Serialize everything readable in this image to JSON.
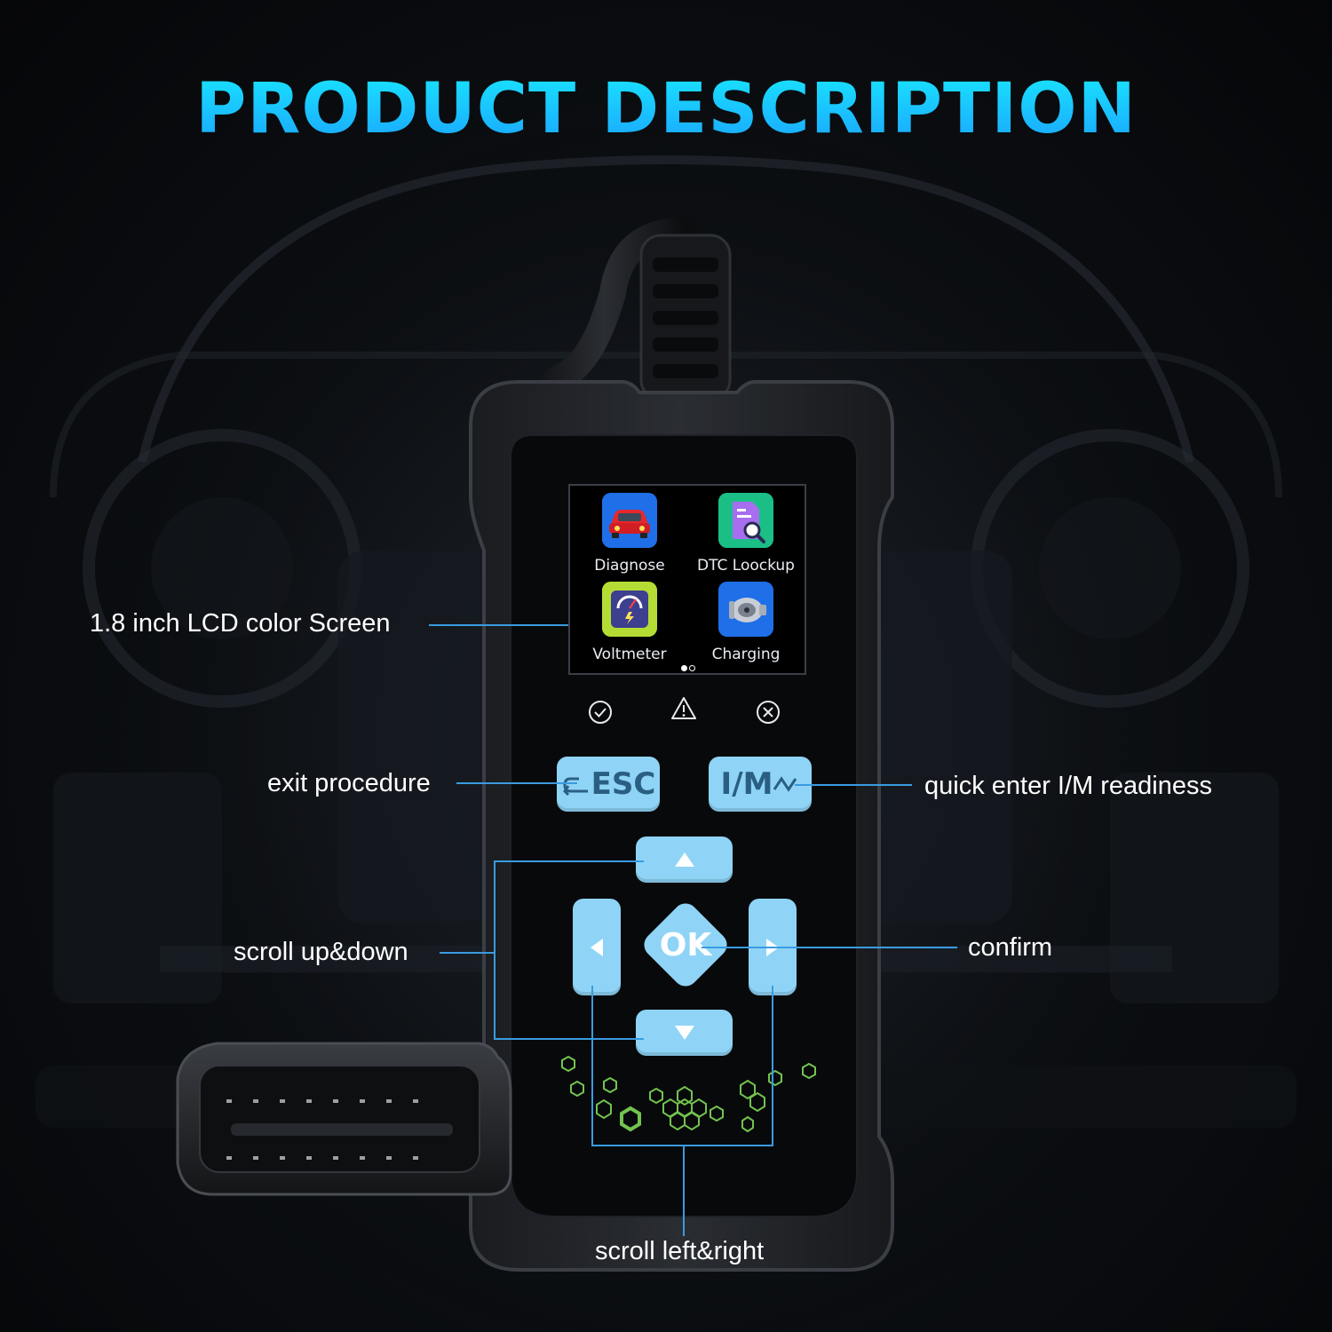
{
  "title": "PRODUCT DESCRIPTION",
  "colors": {
    "title": "#1ab8ff",
    "button": "#8fd4f6",
    "callout_line": "#3a9be0",
    "deco_hex": "#7ed957"
  },
  "screen": {
    "apps": [
      {
        "label": "Diagnose",
        "icon": "car-icon"
      },
      {
        "label": "DTC Loockup",
        "icon": "document-search-icon"
      },
      {
        "label": "Voltmeter",
        "icon": "voltmeter-icon"
      },
      {
        "label": "Charging",
        "icon": "engine-icon"
      }
    ],
    "page_dots": 2,
    "active_page": 1
  },
  "status_icons": [
    "check-circle-icon",
    "warning-icon",
    "x-circle-icon"
  ],
  "buttons": {
    "esc": "ESC",
    "im": "I/M",
    "ok": "OK"
  },
  "callouts": {
    "lcd": "1.8 inch LCD color Screen",
    "exit": "exit procedure",
    "im": "quick enter I/M readiness",
    "updown": "scroll up&down",
    "confirm": "confirm",
    "leftright": "scroll left&right"
  }
}
